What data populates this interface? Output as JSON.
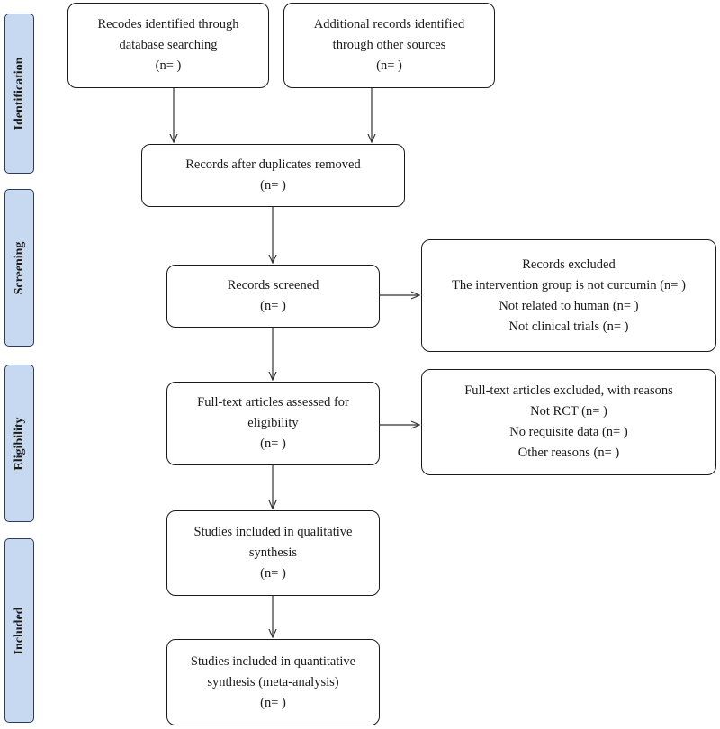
{
  "phases": {
    "identification": "Identification",
    "screening": "Screening",
    "eligibility": "Eligibility",
    "included": "Included"
  },
  "boxes": {
    "database": [
      "Recodes identified through",
      "database searching",
      "(n= )"
    ],
    "other_sources": [
      "Additional records identified",
      "through other sources",
      "(n= )"
    ],
    "duplicates_removed": [
      "Records after duplicates removed",
      "(n= )"
    ],
    "screened": [
      "Records screened",
      "(n= )"
    ],
    "excluded": [
      "Records excluded",
      "The intervention group is not curcumin (n= )",
      "Not related to human (n= )",
      "Not clinical trials (n= )"
    ],
    "fulltext_assessed": [
      "Full-text articles assessed for",
      "eligibility",
      "(n= )"
    ],
    "fulltext_excluded": [
      "Full-text articles excluded, with reasons",
      "Not RCT (n= )",
      "No requisite data (n= )",
      "Other reasons (n= )"
    ],
    "qualitative": [
      "Studies included in qualitative",
      "synthesis",
      "(n= )"
    ],
    "quantitative": [
      "Studies included in quantitative",
      "synthesis (meta-analysis)",
      "(n= )"
    ]
  }
}
